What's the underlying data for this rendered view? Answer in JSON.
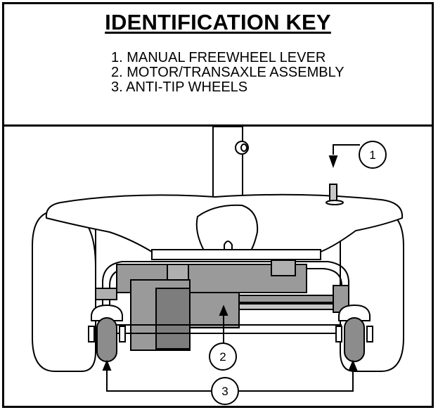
{
  "key": {
    "title": "IDENTIFICATION KEY",
    "items": [
      "1. MANUAL FREEWHEEL LEVER",
      "2. MOTOR/TRANSAXLE ASSEMBLY",
      "3. ANTI-TIP WHEELS"
    ]
  },
  "callouts": [
    "1",
    "2",
    "3"
  ],
  "colors": {
    "line": "#000000",
    "tire": "#ffffff",
    "motor": "#9a9a9a",
    "motor_dark": "#7d7d7d",
    "antitip_wheel": "#8c8c8c"
  }
}
